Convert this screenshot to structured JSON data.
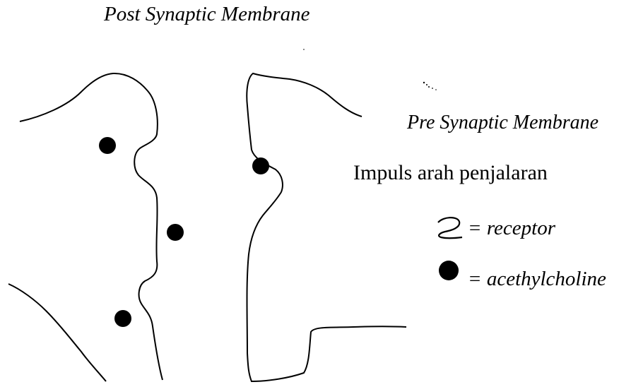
{
  "diagram": {
    "post_membrane_title": "Post Synaptic Membrane",
    "pre_membrane_title": "Pre Synaptic Membrane",
    "impulse_direction_label": "Impuls arah penjalaran",
    "legend": {
      "receptor_symbol_name": "receptor-icon",
      "receptor_text": "= receptor",
      "acetylcholine_symbol_name": "acetylcholine-dot-icon",
      "acetylcholine_text": "= acethylcholine"
    },
    "acetylcholine_molecule_count": 4,
    "colors": {
      "line": "#000000",
      "background": "#ffffff"
    }
  }
}
